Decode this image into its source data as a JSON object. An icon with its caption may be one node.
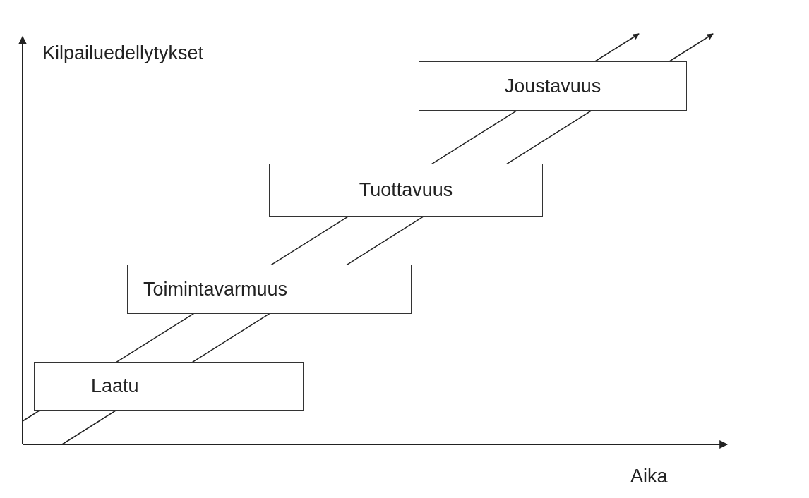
{
  "diagram": {
    "nodes": [
      {
        "text": [
          "Laatu"
        ]
      },
      {
        "text": [
          "Toimintavarmuus"
        ]
      },
      {
        "text": [
          "Tuottavuus"
        ]
      },
      {
        "text": [
          "Joustavuus"
        ]
      }
    ],
    "labels": [
      "Kilpailuedellytykset",
      "Aika"
    ]
  }
}
